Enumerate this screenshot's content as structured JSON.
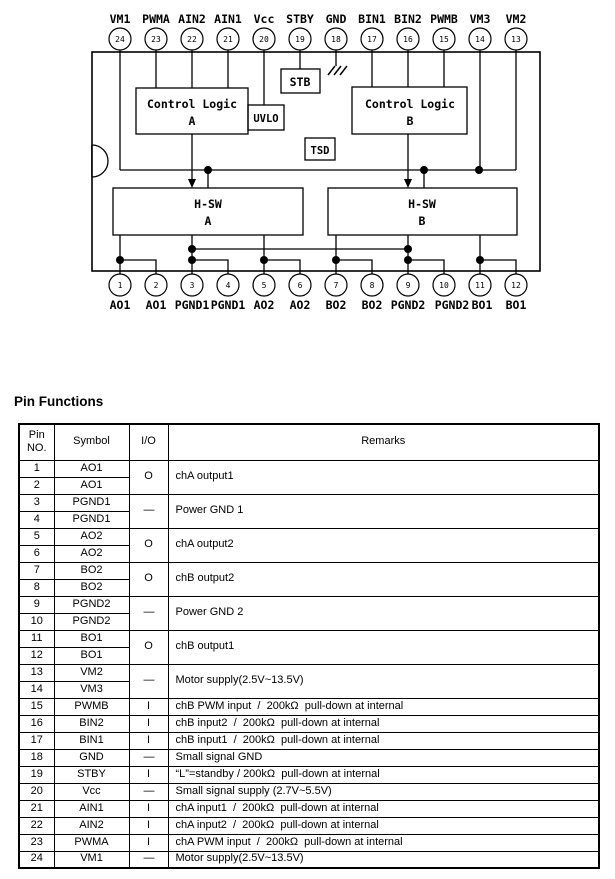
{
  "diagram": {
    "top_pins": [
      {
        "num": "24",
        "name": "VM1"
      },
      {
        "num": "23",
        "name": "PWMA"
      },
      {
        "num": "22",
        "name": "AIN2"
      },
      {
        "num": "21",
        "name": "AIN1"
      },
      {
        "num": "20",
        "name": "Vcc"
      },
      {
        "num": "19",
        "name": "STBY"
      },
      {
        "num": "18",
        "name": "GND"
      },
      {
        "num": "17",
        "name": "BIN1"
      },
      {
        "num": "16",
        "name": "BIN2"
      },
      {
        "num": "15",
        "name": "PWMB"
      },
      {
        "num": "14",
        "name": "VM3"
      },
      {
        "num": "13",
        "name": "VM2"
      }
    ],
    "bottom_pins": [
      {
        "num": "1",
        "name": "AO1"
      },
      {
        "num": "2",
        "name": "AO1"
      },
      {
        "num": "3",
        "name": "PGND1"
      },
      {
        "num": "4",
        "name": "PGND1"
      },
      {
        "num": "5",
        "name": "AO2"
      },
      {
        "num": "6",
        "name": "AO2"
      },
      {
        "num": "7",
        "name": "BO2"
      },
      {
        "num": "8",
        "name": "BO2"
      },
      {
        "num": "9",
        "name": "PGND2"
      },
      {
        "num": "10",
        "name": "PGND2"
      },
      {
        "num": "11",
        "name": "BO1"
      },
      {
        "num": "12",
        "name": "BO1"
      }
    ],
    "blocks": {
      "control_logic_a_line1": "Control Logic",
      "control_logic_a_line2": "A",
      "control_logic_b_line1": "Control Logic",
      "control_logic_b_line2": "B",
      "hsw_a_line1": "H-SW",
      "hsw_a_line2": "A",
      "hsw_b_line1": "H-SW",
      "hsw_b_line2": "B",
      "uvlo": "UVLO",
      "stb": "STB",
      "tsd": "TSD"
    },
    "line_color": "#000000"
  },
  "section_title": "Pin Functions",
  "table": {
    "headers": {
      "pin_line1": "Pin",
      "pin_line2": "NO.",
      "symbol": "Symbol",
      "io": "I/O",
      "remarks": "Remarks"
    },
    "groups": [
      {
        "pins": [
          {
            "no": "1",
            "symbol": "AO1"
          },
          {
            "no": "2",
            "symbol": "AO1"
          }
        ],
        "io": "O",
        "remarks": "chA output1"
      },
      {
        "pins": [
          {
            "no": "3",
            "symbol": "PGND1"
          },
          {
            "no": "4",
            "symbol": "PGND1"
          }
        ],
        "io": "—",
        "remarks": "Power GND 1"
      },
      {
        "pins": [
          {
            "no": "5",
            "symbol": "AO2"
          },
          {
            "no": "6",
            "symbol": "AO2"
          }
        ],
        "io": "O",
        "remarks": "chA output2"
      },
      {
        "pins": [
          {
            "no": "7",
            "symbol": "BO2"
          },
          {
            "no": "8",
            "symbol": "BO2"
          }
        ],
        "io": "O",
        "remarks": "chB output2"
      },
      {
        "pins": [
          {
            "no": "9",
            "symbol": "PGND2"
          },
          {
            "no": "10",
            "symbol": "PGND2"
          }
        ],
        "io": "—",
        "remarks": "Power GND 2"
      },
      {
        "pins": [
          {
            "no": "11",
            "symbol": "BO1"
          },
          {
            "no": "12",
            "symbol": "BO1"
          }
        ],
        "io": "O",
        "remarks": "chB output1"
      },
      {
        "pins": [
          {
            "no": "13",
            "symbol": "VM2"
          },
          {
            "no": "14",
            "symbol": "VM3"
          }
        ],
        "io": "—",
        "remarks": "Motor supply(2.5V~13.5V)"
      },
      {
        "pins": [
          {
            "no": "15",
            "symbol": "PWMB"
          }
        ],
        "io": "I",
        "remarks": "chB PWM input  /  200kΩ  pull-down at internal"
      },
      {
        "pins": [
          {
            "no": "16",
            "symbol": "BIN2"
          }
        ],
        "io": "I",
        "remarks": "chB input2  /  200kΩ  pull-down at internal"
      },
      {
        "pins": [
          {
            "no": "17",
            "symbol": "BIN1"
          }
        ],
        "io": "I",
        "remarks": "chB input1  /  200kΩ  pull-down at internal"
      },
      {
        "pins": [
          {
            "no": "18",
            "symbol": "GND"
          }
        ],
        "io": "—",
        "remarks": "Small signal GND"
      },
      {
        "pins": [
          {
            "no": "19",
            "symbol": "STBY"
          }
        ],
        "io": "I",
        "remarks": "“L”=standby / 200kΩ  pull-down at internal"
      },
      {
        "pins": [
          {
            "no": "20",
            "symbol": "Vcc"
          }
        ],
        "io": "—",
        "remarks": "Small signal supply (2.7V~5.5V)"
      },
      {
        "pins": [
          {
            "no": "21",
            "symbol": "AIN1"
          }
        ],
        "io": "I",
        "remarks": "chA input1  /  200kΩ  pull-down at internal"
      },
      {
        "pins": [
          {
            "no": "22",
            "symbol": "AIN2"
          }
        ],
        "io": "I",
        "remarks": "chA input2  /  200kΩ  pull-down at internal"
      },
      {
        "pins": [
          {
            "no": "23",
            "symbol": "PWMA"
          }
        ],
        "io": "I",
        "remarks": "chA PWM input  /  200kΩ  pull-down at internal"
      },
      {
        "pins": [
          {
            "no": "24",
            "symbol": "VM1"
          }
        ],
        "io": "—",
        "remarks": "Motor supply(2.5V~13.5V)"
      }
    ]
  }
}
